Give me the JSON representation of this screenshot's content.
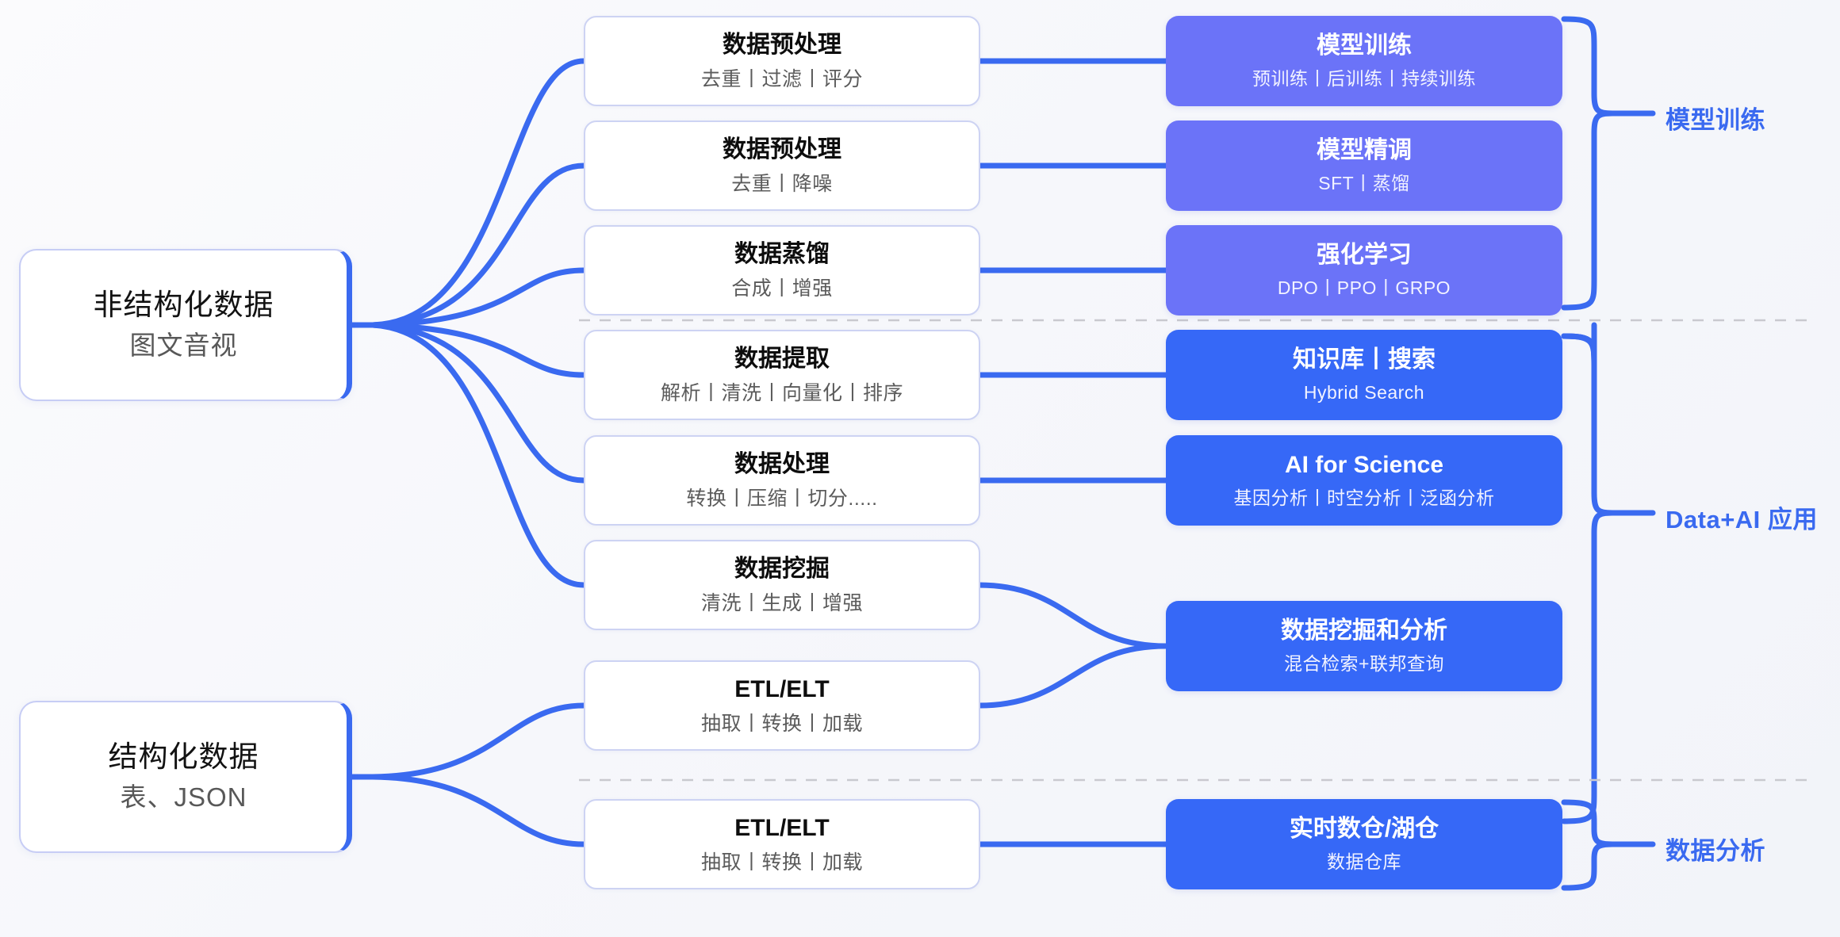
{
  "theme": {
    "accent_blue": "#3668f7",
    "accent_purple": "#6b73f8",
    "line_blue": "#3a6af0",
    "background": "#f7f8fc",
    "divider": "#c9c9cf"
  },
  "sources": [
    {
      "id": "unstructured",
      "title": "非结构化数据",
      "subtitle": "图文音视"
    },
    {
      "id": "structured",
      "title": "结构化数据",
      "subtitle": "表、JSON"
    }
  ],
  "stages": [
    {
      "id": "preprocess-1",
      "title": "数据预处理",
      "subtitle": "去重丨过滤丨评分"
    },
    {
      "id": "preprocess-2",
      "title": "数据预处理",
      "subtitle": "去重丨降噪"
    },
    {
      "id": "distill",
      "title": "数据蒸馏",
      "subtitle": "合成丨增强"
    },
    {
      "id": "extract",
      "title": "数据提取",
      "subtitle": "解析丨清洗丨向量化丨排序"
    },
    {
      "id": "process",
      "title": "数据处理",
      "subtitle": "转换丨压缩丨切分....."
    },
    {
      "id": "mining",
      "title": "数据挖掘",
      "subtitle": "清洗丨生成丨增强"
    },
    {
      "id": "etl-1",
      "title": "ETL/ELT",
      "subtitle": "抽取丨转换丨加载"
    },
    {
      "id": "etl-2",
      "title": "ETL/ELT",
      "subtitle": "抽取丨转换丨加载"
    }
  ],
  "outcomes": [
    {
      "id": "model-training",
      "title": "模型训练",
      "subtitle": "预训练丨后训练丨持续训练",
      "color": "purple"
    },
    {
      "id": "model-finetune",
      "title": "模型精调",
      "subtitle": "SFT丨蒸馏",
      "color": "purple"
    },
    {
      "id": "reinforcement",
      "title": "强化学习",
      "subtitle": "DPO丨PPO丨GRPO",
      "color": "purple"
    },
    {
      "id": "knowledge-search",
      "title": "知识库丨搜索",
      "subtitle": "Hybrid Search",
      "color": "blue"
    },
    {
      "id": "ai-for-science",
      "title": "AI for Science",
      "subtitle": "基因分析丨时空分析丨泛函分析",
      "color": "blue"
    },
    {
      "id": "mining-analysis",
      "title": "数据挖掘和分析",
      "subtitle": "混合检索+联邦查询",
      "color": "blue"
    },
    {
      "id": "realtime-warehouse",
      "title": "实时数仓/湖仓",
      "subtitle": "数据仓库",
      "color": "blue"
    }
  ],
  "groups": [
    {
      "id": "group-model-training",
      "label": "模型训练"
    },
    {
      "id": "group-data-ai",
      "label": "Data+AI 应用"
    },
    {
      "id": "group-data-analysis",
      "label": "数据分析"
    }
  ]
}
